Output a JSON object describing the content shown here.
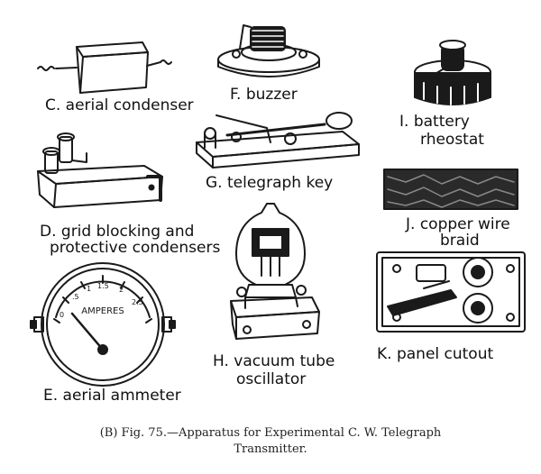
{
  "labels": {
    "c": "C. aerial condenser",
    "f": "F. buzzer",
    "i1": "I. battery",
    "i2": "rheostat",
    "g": "G. telegraph key",
    "d1": "D. grid blocking and",
    "d2": "protective condensers",
    "j1": "J. copper wire",
    "j2": "braid",
    "h1": "H. vacuum tube",
    "h2": "oscillator",
    "k": "K. panel cutout",
    "e": "E. aerial ammeter"
  },
  "ammeter": {
    "unit": "AMPERES",
    "ticks": [
      "0",
      ".5",
      "1",
      "1.5",
      "2",
      "2.5"
    ]
  },
  "caption": {
    "line1": "(B) Fig. 75.—Apparatus for Experimental C. W. Telegraph",
    "line2": "Transmitter."
  }
}
